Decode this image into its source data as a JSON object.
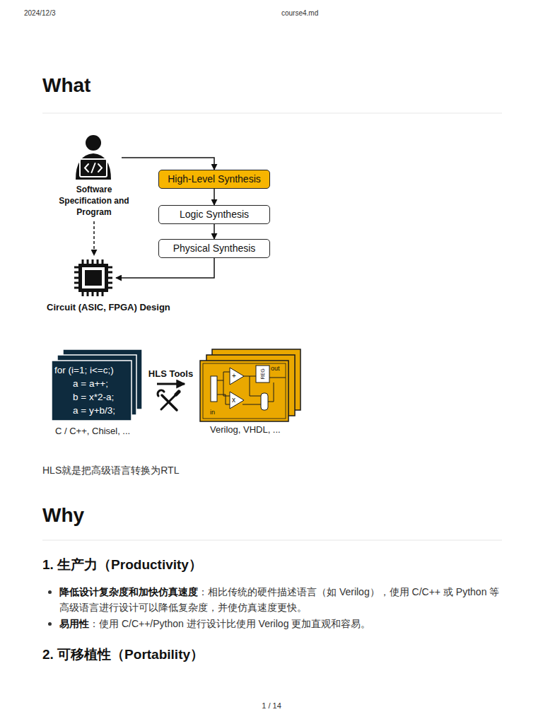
{
  "diagram": {
    "title": "What",
    "nodes": [
      {
        "text": [
          "Software Specification and Program"
        ]
      },
      {
        "text": [
          "High-Level Synthesis"
        ]
      },
      {
        "text": [
          "Logic Synthesis"
        ]
      },
      {
        "text": [
          "Physical Synthesis"
        ]
      },
      {
        "text": [
          "Circuit (ASIC, FPGA) Design"
        ]
      },
      {
        "text": [
          "for (i=1; i<=c;)",
          "a = a++;",
          "b = x*2-a;",
          "a = y+b/3;",
          "C / C++, Chisel, ..."
        ]
      },
      {
        "text": [
          "+",
          "x",
          "REG",
          "out",
          "in",
          "Verilog, VHDL, ..."
        ]
      }
    ],
    "edges": [
      {
        "from": 0,
        "to": 1,
        "arrow": "to"
      },
      {
        "from": 1,
        "to": 2,
        "arrow": "to"
      },
      {
        "from": 2,
        "to": 3,
        "arrow": "to"
      },
      {
        "from": 3,
        "to": 4,
        "arrow": "to"
      },
      {
        "from": 0,
        "to": 4,
        "arrow": "to"
      },
      {
        "from": 5,
        "to": 6,
        "label": "HLS Tools",
        "arrow": "to"
      }
    ],
    "labels": [
      "2024/12/3",
      "course4.md",
      "HLS就是把高级语言转换为RTL",
      "Why",
      "1. 生产力（Productivity）",
      "降低设计复杂度和加快仿真速度",
      "：相比传统的硬件描述语言（如 Verilog），使用 C/C++ 或 Python 等高级语言进行设计可以降低复杂度，并使仿真速度更快。",
      "易用性",
      "：使用 C/C++/Python 进行设计比使用 Verilog 更加直观和容易。",
      "2. 可移植性（Portability）",
      "1 / 14"
    ]
  }
}
